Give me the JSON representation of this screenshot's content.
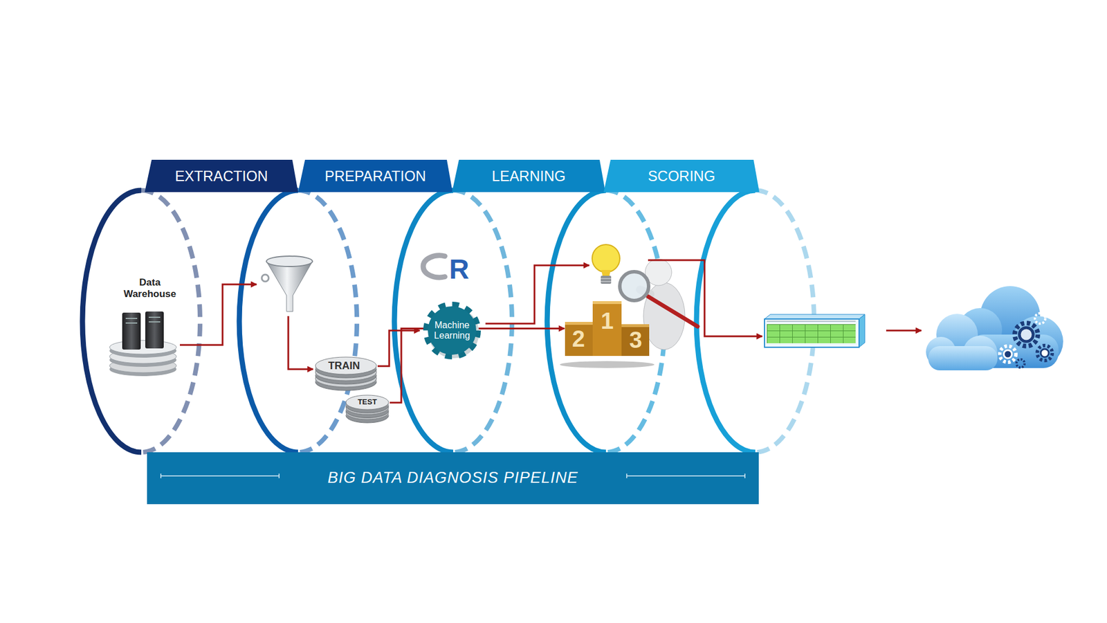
{
  "diagram": {
    "nodes": [
      {
        "text": [
          "EXTRACTION"
        ]
      },
      {
        "text": [
          "PREPARATION"
        ]
      },
      {
        "text": [
          "LEARNING"
        ]
      },
      {
        "text": [
          "SCORING"
        ]
      },
      {
        "text": [
          "Data Warehouse"
        ]
      },
      {
        "text": [
          "TRAIN"
        ]
      },
      {
        "text": [
          "TEST"
        ]
      },
      {
        "text": [
          "R"
        ]
      },
      {
        "text": [
          "Machine Learning"
        ]
      },
      {
        "text": [
          "2",
          "1",
          "3"
        ]
      },
      {
        "text": [
          "BIG DATA DIAGNOSIS PIPELINE"
        ]
      }
    ],
    "edges": [
      {
        "from": 5,
        "to": 8,
        "arrow": "to"
      },
      {
        "from": 6,
        "to": 9,
        "arrow": "to"
      }
    ]
  }
}
